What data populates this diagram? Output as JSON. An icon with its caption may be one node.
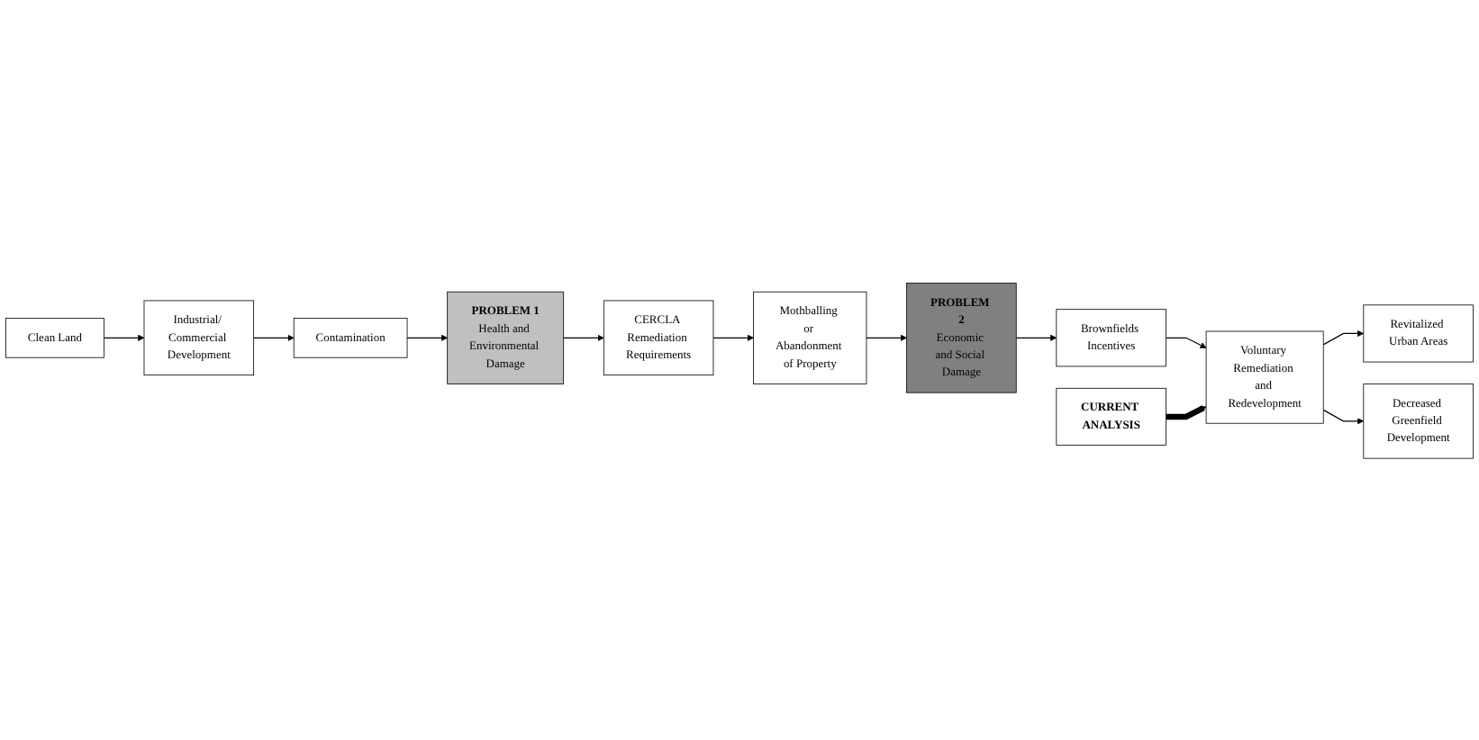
{
  "diagram": {
    "nodes": [
      {
        "text": [
          "Clean Land"
        ]
      },
      {
        "text": [
          "Industrial/ Commercial Development"
        ]
      },
      {
        "text": [
          "Contamination"
        ]
      },
      {
        "text": [
          "PROBLEM 1",
          "Health and Environmental Damage"
        ]
      },
      {
        "text": [
          "CERCLA Remediation Requirements"
        ]
      },
      {
        "text": [
          "Mothballing or Abandonment of Property"
        ]
      },
      {
        "text": [
          "PROBLEM 2",
          "Economic and Social Damage"
        ]
      },
      {
        "text": [
          "Brownfields Incentives"
        ]
      },
      {
        "text": [
          "Voluntary Remediation and Redevelopment"
        ]
      },
      {
        "text": [
          "Revitalized Urban Areas"
        ]
      },
      {
        "text": [
          "Decreased Greenfield Development"
        ]
      },
      {
        "text": [
          "CURRENT ANALYSIS"
        ]
      }
    ],
    "edges": [
      {
        "from": 0,
        "to": 1,
        "arrow": "to"
      },
      {
        "from": 1,
        "to": 2,
        "arrow": "to"
      },
      {
        "from": 2,
        "to": 3,
        "arrow": "to"
      },
      {
        "from": 3,
        "to": 4,
        "arrow": "to"
      },
      {
        "from": 4,
        "to": 5,
        "arrow": "to"
      },
      {
        "from": 5,
        "to": 6,
        "arrow": "to"
      },
      {
        "from": 6,
        "to": 7,
        "arrow": "to"
      },
      {
        "from": 7,
        "to": 8,
        "arrow": "to"
      },
      {
        "from": 8,
        "to": 9,
        "arrow": "to"
      },
      {
        "from": 8,
        "to": 10,
        "arrow": "to"
      },
      {
        "from": 11,
        "to": 8,
        "arrow": "to",
        "style": "thick"
      }
    ]
  }
}
